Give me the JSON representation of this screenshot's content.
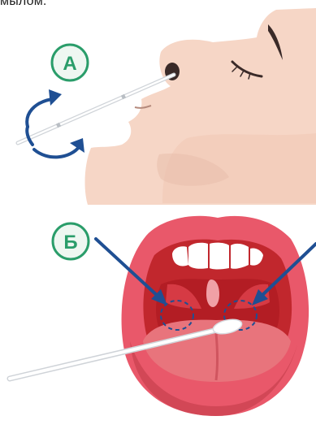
{
  "caption": {
    "text": "мылом."
  },
  "labels": {
    "nasal": "А",
    "throat": "Б"
  },
  "colors": {
    "accent_green": "#2a9d6a",
    "badge_fill": "#eef7f1",
    "arrow_blue": "#1f4f93",
    "skin": "#f6d6c6",
    "skin_shadow": "#eabfae",
    "lips": "#e9586a",
    "lips_dark": "#c8404f",
    "mouth_inner": "#c1272d",
    "tongue": "#e8747c",
    "teeth": "#ffffff"
  }
}
